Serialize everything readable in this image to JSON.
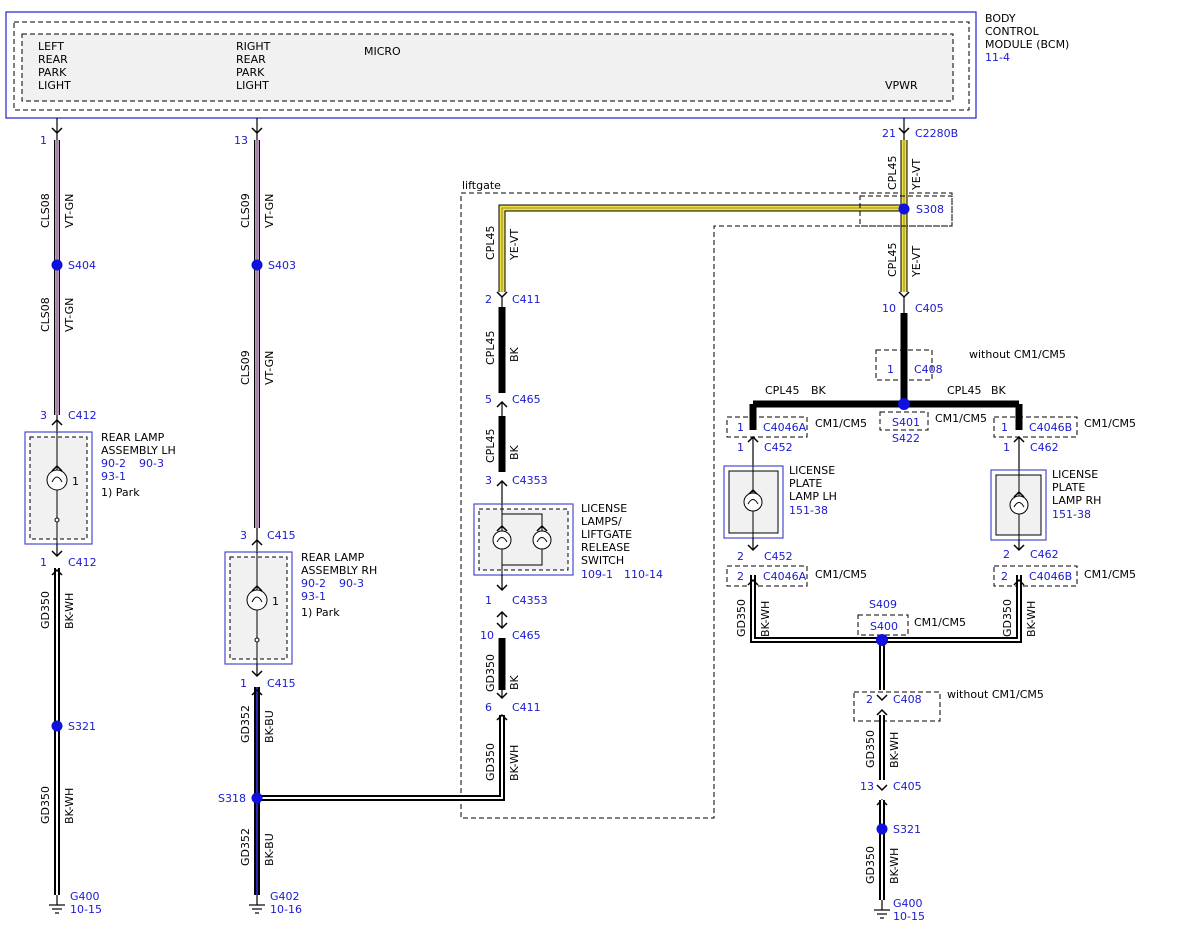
{
  "module": {
    "name_lines": [
      "BODY",
      "CONTROL",
      "MODULE (BCM)"
    ],
    "ref": "11-4",
    "micro": "MICRO",
    "pin_left": [
      "LEFT",
      "REAR",
      "PARK",
      "LIGHT"
    ],
    "pin_right": [
      "RIGHT",
      "REAR",
      "PARK",
      "LIGHT"
    ],
    "pin_vpwr": "VPWR"
  },
  "liftgate_label": "liftgate",
  "pins": {
    "p1": "1",
    "p13": "13",
    "p21": "21",
    "p3a": "3",
    "p1a": "1",
    "p3b": "3",
    "p1b": "1",
    "p2c411": "2",
    "p5c465": "5",
    "p3c4353": "3",
    "p1c4353": "1",
    "p10c465": "10",
    "p6c411": "6",
    "p10c405": "10",
    "p1c408": "1",
    "p1c4046a": "1",
    "p1c452": "1",
    "p2c452": "2",
    "p2c4046a": "2",
    "p1c4046b": "1",
    "p1c462": "1",
    "p2c462": "2",
    "p2c4046b": "2",
    "p2c408": "2",
    "p13c405": "13"
  },
  "connectors": {
    "c2280b": "C2280B",
    "c412a": "C412",
    "c412b": "C412",
    "c415a": "C415",
    "c415b": "C415",
    "c411a": "C411",
    "c465a": "C465",
    "c4353a": "C4353",
    "c4353b": "C4353",
    "c465b": "C465",
    "c411b": "C411",
    "c405a": "C405",
    "c408a": "C408",
    "c4046a1": "C4046A",
    "c452a": "C452",
    "c452b": "C452",
    "c4046a2": "C4046A",
    "c4046b1": "C4046B",
    "c462a": "C462",
    "c462b": "C462",
    "c4046b2": "C4046B",
    "c408b": "C408",
    "c405b": "C405"
  },
  "splices": {
    "s404": "S404",
    "s403": "S403",
    "s308": "S308",
    "s321a": "S321",
    "s318": "S318",
    "s401": "S401",
    "s422": "S422",
    "s409": "S409",
    "s400": "S400",
    "s321b": "S321"
  },
  "grounds": {
    "g400a": "G400",
    "g400a_ref": "10-15",
    "g402": "G402",
    "g402_ref": "10-16",
    "g400b": "G400",
    "g400b_ref": "10-15"
  },
  "wires": {
    "cls08a": "CLS08",
    "vtgn_a": "VT-GN",
    "cls08b": "CLS08",
    "vtgn_b": "VT-GN",
    "cls09a": "CLS09",
    "vtgn_c": "VT-GN",
    "cls09b": "CLS09",
    "vtgn_d": "VT-GN",
    "gd350a": "GD350",
    "bkwh_a": "BK-WH",
    "gd350b": "GD350",
    "bkwh_b": "BK-WH",
    "gd352a": "GD352",
    "bkbu_a": "BK-BU",
    "gd352b": "GD352",
    "bkbu_b": "BK-BU",
    "cpl45a": "CPL45",
    "yevt_a": "YE-VT",
    "cpl45b": "CPL45",
    "yevt_b": "YE-VT",
    "cpl45c": "CPL45",
    "bk_c": "BK",
    "cpl45d": "CPL45",
    "bk_d": "BK",
    "gd350c": "GD350",
    "bk_e": "BK",
    "gd350d": "GD350",
    "bkwh_d": "BK-WH",
    "cpl45e": "CPL45",
    "yevt_e": "YE-VT",
    "cpl45h1": "CPL45",
    "bk_h1": "BK",
    "cpl45h2": "CPL45",
    "bk_h2": "BK",
    "gd350e": "GD350",
    "bkwh_e": "BK-WH",
    "gd350f": "GD350",
    "bkwh_f": "BK-WH",
    "gd350g": "GD350",
    "bkwh_g": "BK-WH",
    "gd350h": "GD350",
    "bkwh_h": "BK-WH"
  },
  "components": {
    "lh_lamp": {
      "name": [
        "REAR LAMP",
        "ASSEMBLY LH"
      ],
      "refs": [
        "90-2",
        "90-3",
        "93-1"
      ],
      "note": "1) Park",
      "pin": "1"
    },
    "rh_lamp": {
      "name": [
        "REAR LAMP",
        "ASSEMBLY RH"
      ],
      "refs": [
        "90-2",
        "90-3",
        "93-1"
      ],
      "note": "1) Park",
      "pin": "1"
    },
    "license_switch": {
      "name": [
        "LICENSE",
        "LAMPS/",
        "LIFTGATE",
        "RELEASE",
        "SWITCH"
      ],
      "refs": [
        "109-1",
        "110-14"
      ]
    },
    "plate_lh": {
      "name": [
        "LICENSE",
        "PLATE",
        "LAMP LH"
      ],
      "ref": "151-38"
    },
    "plate_rh": {
      "name": [
        "LICENSE",
        "PLATE",
        "LAMP RH"
      ],
      "ref": "151-38"
    }
  },
  "notes": {
    "without1": "without CM1/CM5",
    "cm_a": "CM1/CM5",
    "cm_b": "CM1/CM5",
    "cm_c": "CM1/CM5",
    "cm_d": "CM1/CM5",
    "cm_e": "CM1/CM5",
    "cm_f": "CM1/CM5",
    "without2": "without CM1/CM5"
  },
  "colors": {
    "label_blue": "#1a1ad0",
    "violet": "#b070b0",
    "green": "#7ab87a",
    "yellow": "#f0e040",
    "splice": "#1010e0"
  }
}
